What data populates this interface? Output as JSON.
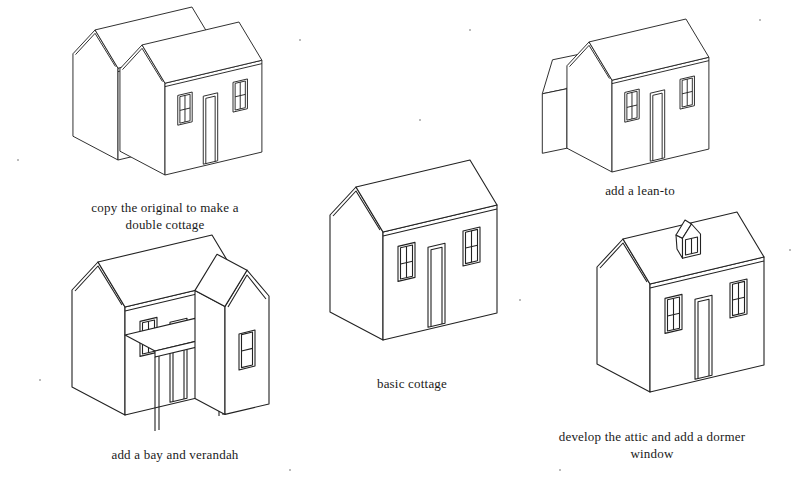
{
  "diagram": {
    "labels": [
      "copy the original to make a double cottage",
      "add a lean-to",
      "basic cottage",
      "add a bay and verandah",
      "develop the attic and add a dormer window"
    ]
  }
}
